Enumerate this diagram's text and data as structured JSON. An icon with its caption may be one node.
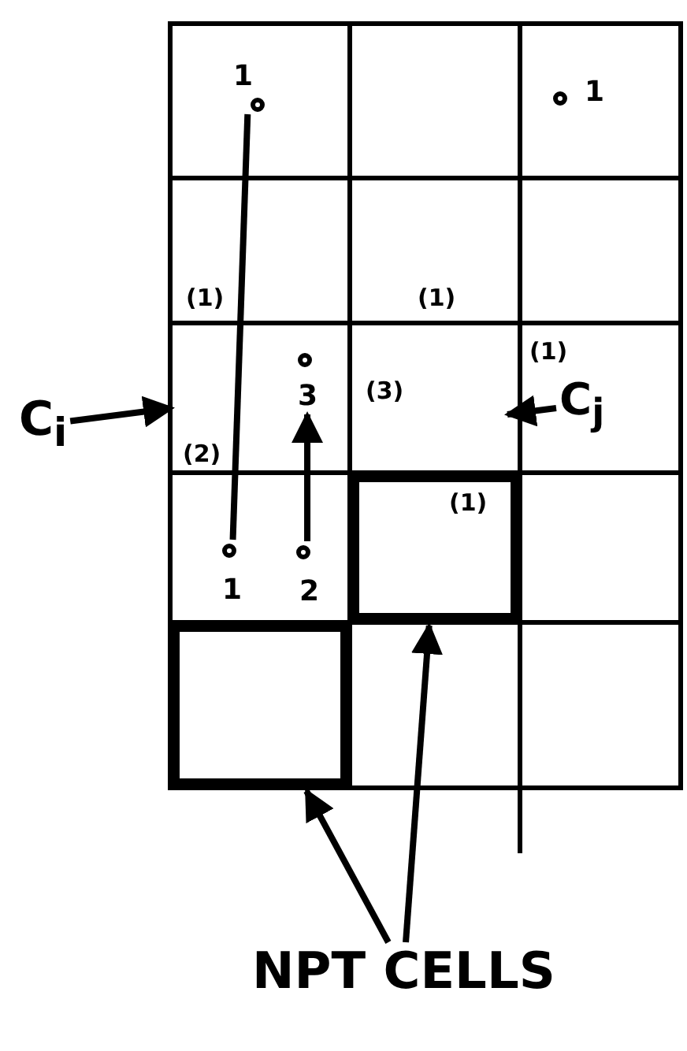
{
  "diagram": {
    "nodes": [
      {
        "text": [],
        "shape": "circle",
        "beside": [
          "1"
        ]
      },
      {
        "text": [],
        "shape": "circle",
        "beside": [
          "1"
        ]
      },
      {
        "text": [],
        "shape": "circle",
        "beside": [
          "1"
        ]
      },
      {
        "text": [],
        "shape": "circle",
        "beside": [
          "2"
        ]
      },
      {
        "text": [],
        "shape": "circle",
        "beside": [
          "3"
        ]
      },
      {
        "text": [],
        "shape": "box"
      },
      {
        "text": [],
        "shape": "box"
      },
      {
        "text": [
          "NPT CELLS"
        ]
      },
      {
        "text": [
          "C$_{i}$"
        ]
      },
      {
        "text": [
          "C$_{j}$"
        ]
      }
    ],
    "edges": [
      {
        "from": 0,
        "to": 2,
        "arrow": "none"
      },
      {
        "from": 3,
        "to": 4,
        "arrow": "to"
      },
      {
        "from": 7,
        "to": 6,
        "arrow": "to"
      },
      {
        "from": 7,
        "to": 5,
        "arrow": "to"
      },
      {
        "from": 8,
        "to": null,
        "arrow": "to"
      },
      {
        "from": 9,
        "to": null,
        "arrow": "to"
      }
    ],
    "labels": [
      "(1)",
      "(1)",
      "(1)",
      "(3)",
      "(2)",
      "(1)"
    ]
  }
}
